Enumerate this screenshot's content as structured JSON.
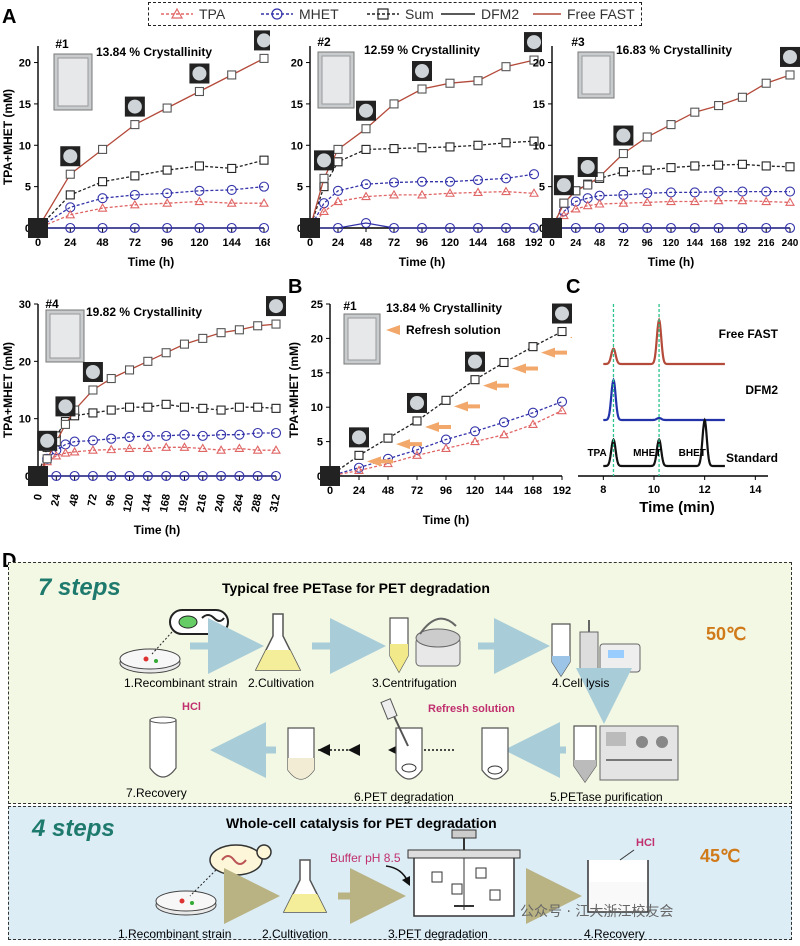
{
  "legend": {
    "items": [
      {
        "label": "TPA",
        "key": "tpa"
      },
      {
        "label": "MHET",
        "key": "mhet"
      },
      {
        "label": "Sum",
        "key": "sum"
      },
      {
        "label": "DFM2",
        "key": "dfm2"
      },
      {
        "label": "Free FAST",
        "key": "free"
      }
    ]
  },
  "colors": {
    "tpa": "#e06666",
    "mhet": "#3333aa",
    "sum": "#222222",
    "dfm2": "#222222",
    "free": "#b44a3a",
    "teal": "#1f7a6e",
    "orange": "#d07a1a",
    "magenta": "#c0306e"
  },
  "panels": {
    "A": "A",
    "B": "B",
    "C": "C",
    "D": "D"
  },
  "chart_data": [
    {
      "type": "line",
      "id": "A1",
      "sample": "#1",
      "annotation": "13.84 % Crystallinity",
      "xlabel": "Time (h)",
      "ylabel": "TPA+MHET (mM)",
      "xlim": [
        0,
        168
      ],
      "ylim": [
        0,
        22
      ],
      "xticks": [
        0,
        24,
        48,
        72,
        96,
        120,
        144,
        168
      ],
      "yticks": [
        0,
        5,
        10,
        15,
        20
      ],
      "series": [
        {
          "key": "sum",
          "x": [
            0,
            24,
            48,
            72,
            96,
            120,
            144,
            168
          ],
          "y": [
            0,
            4,
            5.6,
            6.3,
            7,
            7.5,
            7.2,
            8.2
          ]
        },
        {
          "key": "mhet",
          "x": [
            0,
            24,
            48,
            72,
            96,
            120,
            144,
            168
          ],
          "y": [
            0,
            2.5,
            3.6,
            4,
            4.2,
            4.5,
            4.6,
            5
          ]
        },
        {
          "key": "tpa",
          "x": [
            0,
            24,
            48,
            72,
            96,
            120,
            144,
            168
          ],
          "y": [
            0,
            1.6,
            2.4,
            2.8,
            3,
            3.2,
            3,
            3
          ]
        },
        {
          "key": "free",
          "x": [
            0,
            24,
            48,
            72,
            96,
            120,
            144,
            168
          ],
          "y": [
            0,
            6.5,
            9.5,
            12.5,
            14.5,
            16.5,
            18.5,
            20.5
          ]
        },
        {
          "key": "dfm2",
          "x": [
            0,
            24,
            48,
            72,
            96,
            120,
            144,
            168
          ],
          "y": [
            0,
            0,
            0,
            0,
            0,
            0,
            0,
            0
          ]
        }
      ]
    },
    {
      "type": "line",
      "id": "A2",
      "sample": "#2",
      "annotation": "12.59 % Crystallinity",
      "xlabel": "Time (h)",
      "ylabel": "",
      "xlim": [
        0,
        192
      ],
      "ylim": [
        0,
        22
      ],
      "xticks": [
        0,
        24,
        48,
        72,
        96,
        120,
        144,
        168,
        192
      ],
      "yticks": [
        0,
        5,
        10,
        15,
        20
      ],
      "series": [
        {
          "key": "sum",
          "x": [
            0,
            12,
            24,
            48,
            72,
            96,
            120,
            144,
            168,
            192
          ],
          "y": [
            0,
            5,
            8,
            9.5,
            9.6,
            9.7,
            9.8,
            10,
            10.3,
            10.5
          ]
        },
        {
          "key": "mhet",
          "x": [
            0,
            12,
            24,
            48,
            72,
            96,
            120,
            144,
            168,
            192
          ],
          "y": [
            0,
            3,
            4.5,
            5.3,
            5.5,
            5.6,
            5.6,
            5.8,
            6,
            6.5
          ]
        },
        {
          "key": "tpa",
          "x": [
            0,
            12,
            24,
            48,
            72,
            96,
            120,
            144,
            168,
            192
          ],
          "y": [
            0,
            2,
            3.2,
            3.8,
            4,
            4,
            4.2,
            4.3,
            4.4,
            4.2
          ]
        },
        {
          "key": "free",
          "x": [
            0,
            12,
            24,
            48,
            72,
            96,
            120,
            144,
            168,
            192
          ],
          "y": [
            0,
            6,
            9.5,
            12,
            15,
            16.8,
            17.5,
            17.8,
            19.5,
            20.3
          ]
        },
        {
          "key": "dfm2",
          "x": [
            0,
            24,
            48,
            72,
            96,
            120,
            144,
            168,
            192
          ],
          "y": [
            0,
            0,
            0.6,
            0,
            0,
            0,
            0,
            0,
            0
          ]
        }
      ]
    },
    {
      "type": "line",
      "id": "A3",
      "sample": "#3",
      "annotation": "16.83 % Crystallinity",
      "xlabel": "Time (h)",
      "ylabel": "",
      "xlim": [
        0,
        240
      ],
      "ylim": [
        0,
        22
      ],
      "xticks": [
        0,
        24,
        48,
        72,
        96,
        120,
        144,
        168,
        192,
        216,
        240
      ],
      "yticks": [
        0,
        5,
        10,
        15,
        20
      ],
      "series": [
        {
          "key": "sum",
          "x": [
            0,
            12,
            24,
            36,
            48,
            72,
            96,
            120,
            144,
            168,
            192,
            216,
            240
          ],
          "y": [
            0,
            3,
            4.5,
            5.3,
            6,
            6.8,
            7,
            7.3,
            7.5,
            7.6,
            7.7,
            7.5,
            7.4
          ]
        },
        {
          "key": "mhet",
          "x": [
            0,
            12,
            24,
            36,
            48,
            72,
            96,
            120,
            144,
            168,
            192,
            216,
            240
          ],
          "y": [
            0,
            2,
            3.2,
            3.6,
            3.9,
            4,
            4.2,
            4.3,
            4.3,
            4.4,
            4.4,
            4.4,
            4.4
          ]
        },
        {
          "key": "tpa",
          "x": [
            0,
            12,
            24,
            36,
            48,
            72,
            96,
            120,
            144,
            168,
            192,
            216,
            240
          ],
          "y": [
            0,
            1.5,
            2.3,
            2.7,
            2.9,
            3,
            3.1,
            3.2,
            3.2,
            3.3,
            3.3,
            3.2,
            3.1
          ]
        },
        {
          "key": "free",
          "x": [
            0,
            12,
            24,
            36,
            48,
            72,
            96,
            120,
            144,
            168,
            192,
            216,
            240
          ],
          "y": [
            0,
            3,
            4.5,
            5.2,
            6.2,
            9,
            11,
            12.5,
            14,
            14.8,
            15.8,
            17.5,
            18.5
          ]
        },
        {
          "key": "dfm2",
          "x": [
            0,
            24,
            48,
            72,
            96,
            120,
            144,
            168,
            192,
            216,
            240
          ],
          "y": [
            0,
            0,
            0,
            0,
            0,
            0,
            0,
            0,
            0,
            0,
            0
          ]
        }
      ]
    },
    {
      "type": "line",
      "id": "A4",
      "sample": "#4",
      "annotation": "19.82 % Crystallinity",
      "xlabel": "Time (h)",
      "ylabel": "TPA+MHET (mM)",
      "xlim": [
        0,
        312
      ],
      "ylim": [
        0,
        30
      ],
      "xticks": [
        0,
        24,
        48,
        72,
        96,
        120,
        144,
        168,
        192,
        216,
        240,
        264,
        288,
        312
      ],
      "yticks": [
        0,
        10,
        20,
        30
      ],
      "series": [
        {
          "key": "sum",
          "x": [
            0,
            12,
            24,
            36,
            48,
            72,
            96,
            120,
            144,
            168,
            192,
            216,
            240,
            264,
            288,
            312
          ],
          "y": [
            0,
            5,
            7,
            9.5,
            10.5,
            11,
            11.5,
            12,
            12,
            12.5,
            12,
            11.8,
            11.5,
            12,
            12,
            11.8
          ]
        },
        {
          "key": "mhet",
          "x": [
            0,
            12,
            24,
            36,
            48,
            72,
            96,
            120,
            144,
            168,
            192,
            216,
            240,
            264,
            288,
            312
          ],
          "y": [
            0,
            3,
            4.5,
            5.5,
            6,
            6.2,
            6.5,
            6.8,
            7,
            7,
            7.2,
            7,
            7.2,
            7.2,
            7.5,
            7.5
          ]
        },
        {
          "key": "tpa",
          "x": [
            0,
            12,
            24,
            36,
            48,
            72,
            96,
            120,
            144,
            168,
            192,
            216,
            240,
            264,
            288,
            312
          ],
          "y": [
            0,
            2.5,
            3.5,
            4,
            4.2,
            4.5,
            4.6,
            4.8,
            4.8,
            5,
            5,
            4.8,
            4.5,
            4.8,
            4.5,
            4.5
          ]
        },
        {
          "key": "free",
          "x": [
            0,
            12,
            24,
            36,
            48,
            72,
            96,
            120,
            144,
            168,
            192,
            216,
            240,
            264,
            288,
            312
          ],
          "y": [
            0,
            3,
            6,
            9,
            11.5,
            15,
            17,
            18.5,
            20,
            21.5,
            23,
            24,
            25,
            25.5,
            26.2,
            26.5
          ]
        },
        {
          "key": "dfm2",
          "x": [
            0,
            24,
            48,
            72,
            96,
            120,
            144,
            168,
            192,
            216,
            240,
            264,
            288,
            312
          ],
          "y": [
            0,
            0,
            0,
            0,
            0,
            0,
            0,
            0,
            0,
            0,
            0,
            0,
            0,
            0
          ]
        }
      ]
    },
    {
      "type": "line",
      "id": "B1",
      "sample": "#1",
      "annotation": "13.84 % Crystallinity",
      "note": "Refresh solution",
      "xlabel": "Time (h)",
      "ylabel": "TPA+MHET (mM)",
      "xlim": [
        0,
        192
      ],
      "ylim": [
        0,
        25
      ],
      "xticks": [
        0,
        24,
        48,
        72,
        96,
        120,
        144,
        168,
        192
      ],
      "yticks": [
        0,
        5,
        10,
        15,
        20,
        25
      ],
      "refresh_times": [
        24,
        48,
        72,
        96,
        120,
        144,
        168,
        192
      ],
      "series": [
        {
          "key": "sum",
          "x": [
            0,
            24,
            48,
            72,
            96,
            120,
            144,
            168,
            192
          ],
          "y": [
            0,
            3,
            5.5,
            8,
            11,
            14,
            16.5,
            18.8,
            21
          ]
        },
        {
          "key": "mhet",
          "x": [
            0,
            24,
            48,
            72,
            96,
            120,
            144,
            168,
            192
          ],
          "y": [
            0,
            1.2,
            2.5,
            3.8,
            5.3,
            6.5,
            7.8,
            9.2,
            10.8
          ]
        },
        {
          "key": "tpa",
          "x": [
            0,
            24,
            48,
            72,
            96,
            120,
            144,
            168,
            192
          ],
          "y": [
            0,
            0.8,
            1.8,
            3,
            4,
            5,
            6,
            7.5,
            9.5
          ]
        }
      ]
    },
    {
      "type": "line",
      "id": "C",
      "xlabel": "Time (min)",
      "xlim": [
        7,
        14.5
      ],
      "xticks": [
        8,
        10,
        12,
        14
      ],
      "peak_labels": [
        "TPA",
        "MHET",
        "BHET"
      ],
      "peak_times": [
        8.4,
        10.2,
        12.0
      ],
      "traces": [
        {
          "name": "Free FAST",
          "color": "#b44a3a",
          "peaks": [
            [
              8.4,
              0.35
            ],
            [
              10.2,
              1.0
            ]
          ]
        },
        {
          "name": "DFM2",
          "color": "#2233aa",
          "peaks": [
            [
              8.4,
              1.0
            ],
            [
              10.2,
              0.05
            ]
          ]
        },
        {
          "name": "Standard",
          "color": "#111111",
          "peaks": [
            [
              8.4,
              0.55
            ],
            [
              10.2,
              0.55
            ],
            [
              12.0,
              0.95
            ]
          ]
        }
      ]
    }
  ],
  "workflow": {
    "top": {
      "steps_label": "7 steps",
      "title": "Typical free PETase for PET degradation",
      "temp": "50℃",
      "reagent": "HCl",
      "refresh": "Refresh solution",
      "steps": [
        "1.Recombinant strain",
        "2.Cultivation",
        "3.Centrifugation",
        "4.Cell lysis",
        "5.PETase purification",
        "6.PET degradation",
        "7.Recovery"
      ]
    },
    "bottom": {
      "steps_label": "4 steps",
      "title": "Whole-cell catalysis for PET degradation",
      "temp": "45℃",
      "reagent": "HCl",
      "buffer": "Buffer pH 8.5",
      "steps": [
        "1.Recombinant strain",
        "2.Cultivation",
        "3.PET degradation",
        "4.Recovery"
      ]
    },
    "watermark": "公众号 · 江大浙江校友会"
  }
}
